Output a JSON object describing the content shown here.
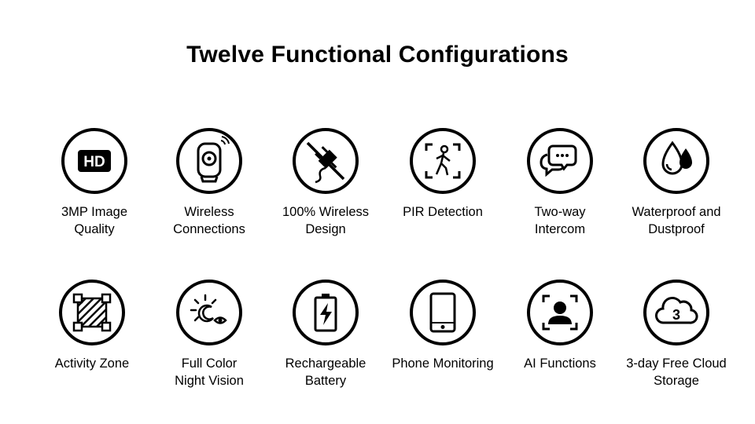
{
  "page": {
    "title": "Twelve Functional Configurations"
  },
  "features": [
    {
      "icon": "hd-icon",
      "line1": "3MP Image",
      "line2": "Quality"
    },
    {
      "icon": "camera-wifi-icon",
      "line1": "Wireless",
      "line2": "Connections"
    },
    {
      "icon": "no-plug-icon",
      "line1": "100% Wireless",
      "line2": "Design"
    },
    {
      "icon": "motion-detection-icon",
      "line1": "PIR Detection",
      "line2": ""
    },
    {
      "icon": "chat-bubbles-icon",
      "line1": "Two-way",
      "line2": "Intercom"
    },
    {
      "icon": "water-drops-icon",
      "line1": "Waterproof and",
      "line2": "Dustproof"
    },
    {
      "icon": "activity-zone-icon",
      "line1": "Activity Zone",
      "line2": ""
    },
    {
      "icon": "night-vision-icon",
      "line1": "Full Color",
      "line2": "Night Vision"
    },
    {
      "icon": "battery-icon",
      "line1": "Rechargeable",
      "line2": "Battery"
    },
    {
      "icon": "phone-icon",
      "line1": "Phone Monitoring",
      "line2": ""
    },
    {
      "icon": "face-recognition-icon",
      "line1": "AI Functions",
      "line2": ""
    },
    {
      "icon": "cloud-storage-icon",
      "line1": "3-day Free Cloud",
      "line2": "Storage",
      "icon_text": "3"
    }
  ],
  "colors": {
    "text": "#000000",
    "background": "#ffffff"
  }
}
